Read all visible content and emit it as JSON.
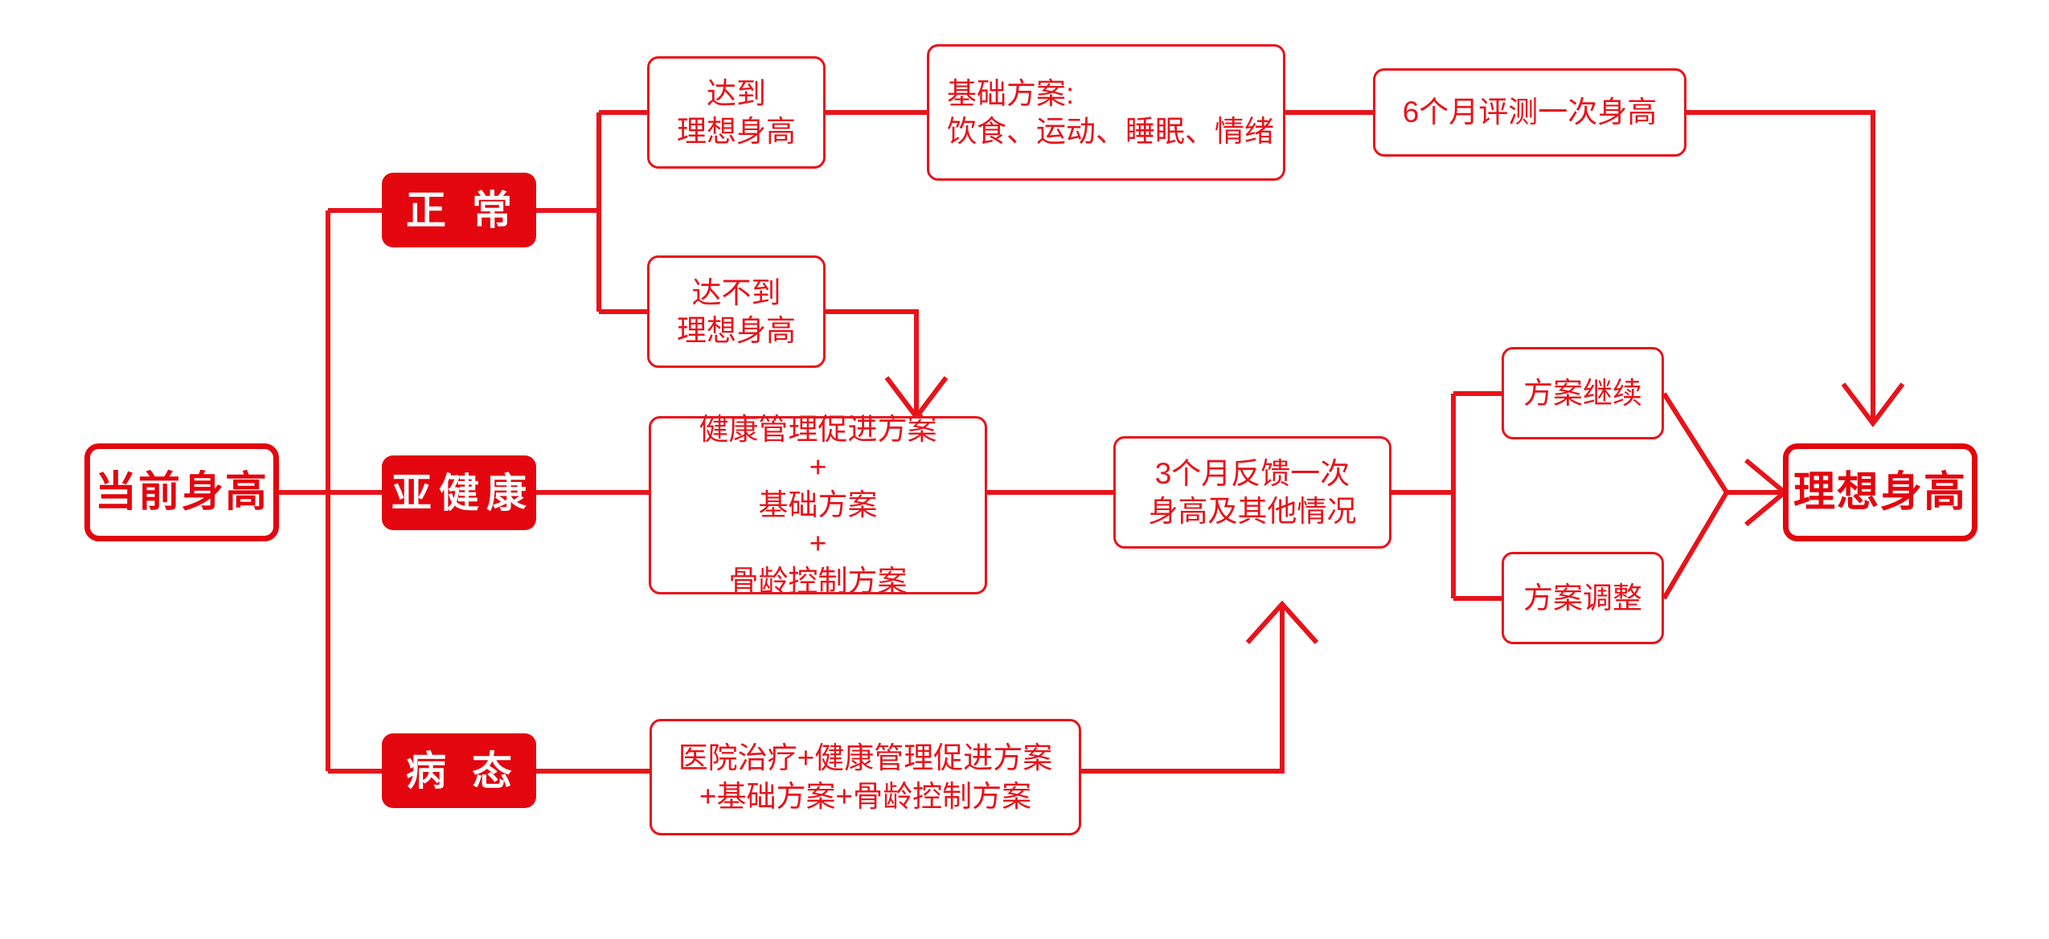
{
  "theme": {
    "accent_solid": "#e3060f",
    "accent_line": "#e8131a",
    "background": "#ffffff"
  },
  "diagram": {
    "type": "flowchart",
    "orientation": "left-to-right",
    "title_visible": false,
    "nodes": {
      "start": {
        "label": "当前身高",
        "style": "terminal"
      },
      "normal": {
        "label": "正 常",
        "style": "chip"
      },
      "subhealth": {
        "label": "亚健康",
        "style": "chip"
      },
      "illness": {
        "label": "病 态",
        "style": "chip"
      },
      "reach": {
        "label": "达到\n理想身高",
        "style": "plain"
      },
      "not_reach": {
        "label": "达不到\n理想身高",
        "style": "plain"
      },
      "base_plan": {
        "label": "基础方案:\n饮食、运动、睡眠、情绪",
        "style": "plain-left"
      },
      "assess_6m": {
        "label": "6个月评测一次身高",
        "style": "plain"
      },
      "promote_plan": {
        "label": "健康管理促进方案\n+\n基础方案\n+\n骨龄控制方案",
        "style": "plain"
      },
      "hospital_plan": {
        "label": "医院治疗+健康管理促进方案\n+基础方案+骨龄控制方案",
        "style": "plain"
      },
      "feedback_3m": {
        "label": "3个月反馈一次\n身高及其他情况",
        "style": "plain"
      },
      "plan_continue": {
        "label": "方案继续",
        "style": "plain"
      },
      "plan_adjust": {
        "label": "方案调整",
        "style": "plain"
      },
      "goal": {
        "label": "理想身高",
        "style": "terminal"
      }
    },
    "edges": [
      {
        "from": "start",
        "to": "normal"
      },
      {
        "from": "start",
        "to": "subhealth"
      },
      {
        "from": "start",
        "to": "illness"
      },
      {
        "from": "normal",
        "to": "reach"
      },
      {
        "from": "normal",
        "to": "not_reach"
      },
      {
        "from": "reach",
        "to": "base_plan"
      },
      {
        "from": "base_plan",
        "to": "assess_6m"
      },
      {
        "from": "assess_6m",
        "to": "goal",
        "arrow": true
      },
      {
        "from": "not_reach",
        "to": "promote_plan",
        "arrow": true
      },
      {
        "from": "subhealth",
        "to": "promote_plan"
      },
      {
        "from": "promote_plan",
        "to": "feedback_3m"
      },
      {
        "from": "illness",
        "to": "hospital_plan"
      },
      {
        "from": "hospital_plan",
        "to": "feedback_3m",
        "arrow": true
      },
      {
        "from": "feedback_3m",
        "to": "plan_continue"
      },
      {
        "from": "feedback_3m",
        "to": "plan_adjust"
      },
      {
        "from": "plan_continue",
        "to": "goal",
        "arrow": true
      },
      {
        "from": "plan_adjust",
        "to": "goal",
        "arrow": true
      }
    ]
  }
}
